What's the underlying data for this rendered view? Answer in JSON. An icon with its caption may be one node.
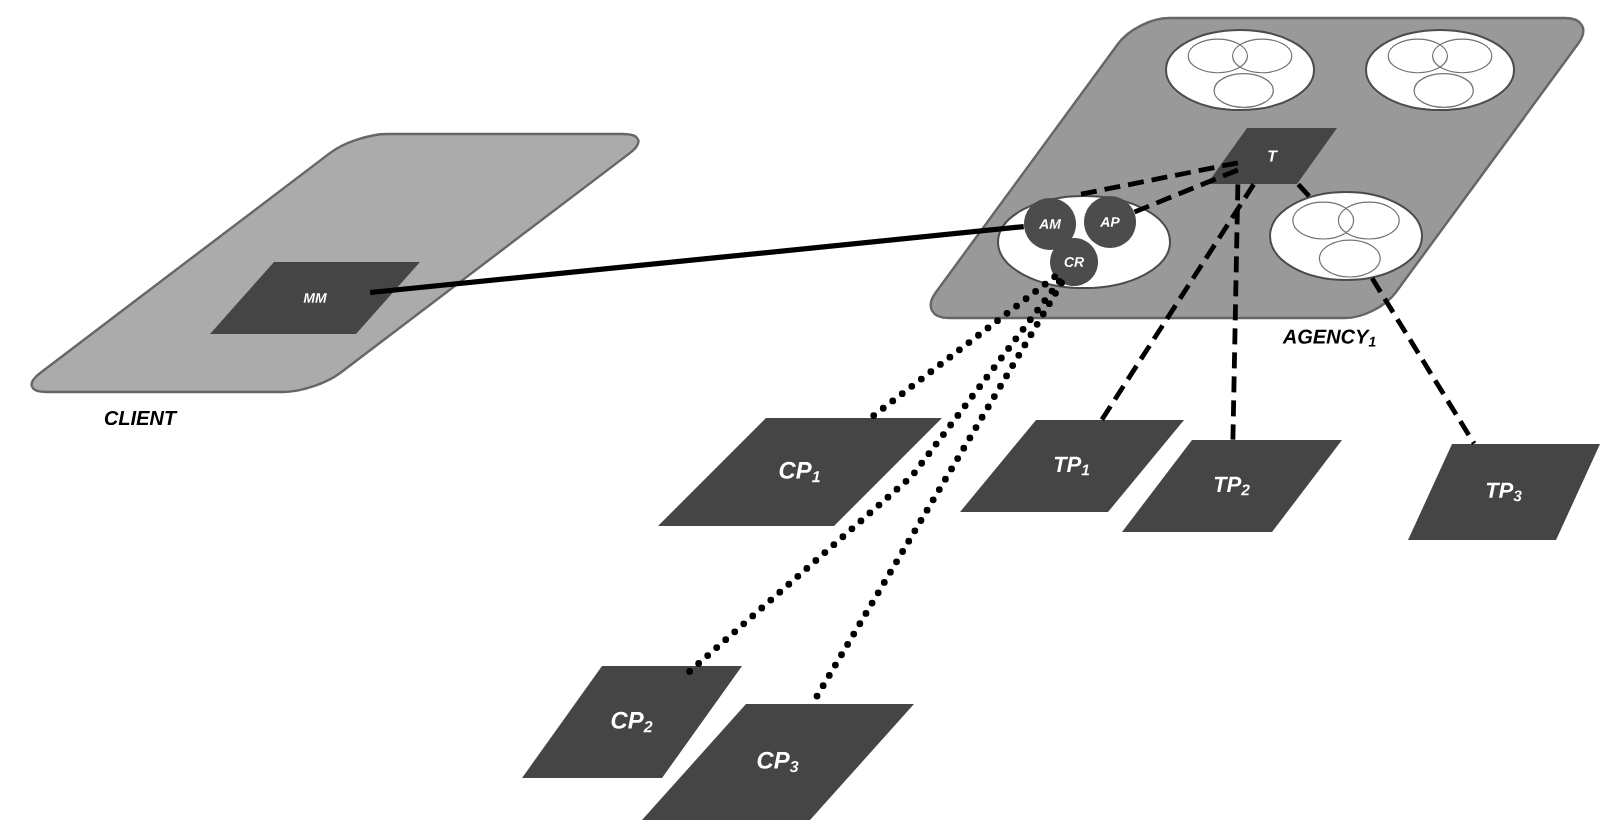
{
  "diagram": {
    "nodes": [
      {
        "text": [
          "CLIENT"
        ]
      },
      {
        "text": [
          "MM"
        ],
        "in": 0
      },
      {
        "text": [
          "AGENCY$_{1}$"
        ]
      },
      {
        "text": [],
        "shape": "ellipse",
        "in": 2
      },
      {
        "text": [],
        "shape": "ellipse",
        "in": 2
      },
      {
        "text": [
          "T"
        ],
        "in": 2
      },
      {
        "text": [],
        "shape": "ellipse",
        "in": 2
      },
      {
        "text": [
          "AM"
        ],
        "in": 6
      },
      {
        "text": [
          "AP"
        ],
        "in": 6
      },
      {
        "text": [
          "CR"
        ],
        "in": 6
      },
      {
        "text": [],
        "shape": "ellipse",
        "in": 2
      },
      {
        "text": [
          "CP$_{1}$"
        ]
      },
      {
        "text": [
          "TP$_{1}$"
        ]
      },
      {
        "text": [
          "TP$_{2}$"
        ]
      },
      {
        "text": [
          "TP$_{3}$"
        ]
      },
      {
        "text": [
          "CP$_{2}$"
        ]
      },
      {
        "text": [
          "CP$_{3}$"
        ]
      }
    ],
    "edges": [
      {
        "from": 1,
        "to": 7,
        "arrow": "none"
      },
      {
        "from": 5,
        "to": 6,
        "arrow": "none",
        "style": "dashed"
      },
      {
        "from": 5,
        "to": 8,
        "arrow": "none",
        "style": "dashed"
      },
      {
        "from": 5,
        "to": 12,
        "arrow": "none",
        "style": "dashed"
      },
      {
        "from": 5,
        "to": 13,
        "arrow": "none",
        "style": "dashed"
      },
      {
        "from": 5,
        "to": 10,
        "arrow": "none",
        "style": "dashed"
      },
      {
        "from": 10,
        "to": 14,
        "arrow": "none",
        "style": "dashed"
      },
      {
        "from": 9,
        "to": 11,
        "arrow": "none",
        "style": "dashed"
      },
      {
        "from": 9,
        "to": 15,
        "arrow": "none",
        "style": "dashed"
      },
      {
        "from": 9,
        "to": 16,
        "arrow": "none",
        "style": "dashed"
      }
    ]
  }
}
